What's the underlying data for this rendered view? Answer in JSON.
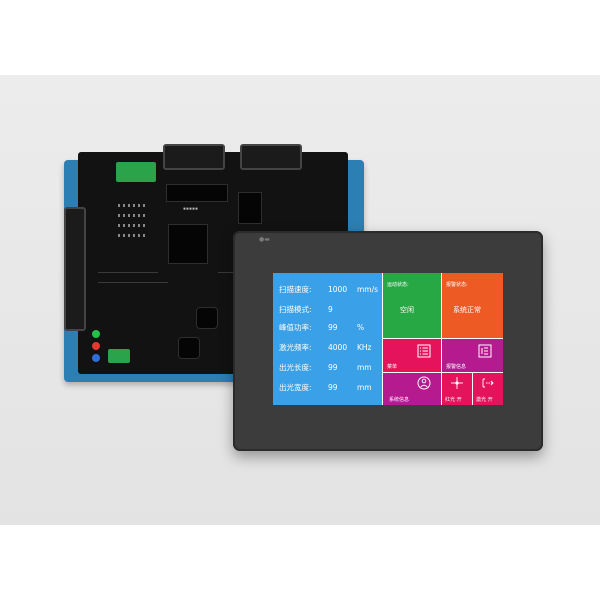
{
  "params": [
    {
      "label": "扫描速度:",
      "value": "1000",
      "unit": "mm/s"
    },
    {
      "label": "扫描模式:",
      "value": "9",
      "unit": ""
    },
    {
      "label": "峰值功率:",
      "value": "99",
      "unit": "%"
    },
    {
      "label": "激光频率:",
      "value": "4000",
      "unit": "KHz"
    },
    {
      "label": "出光长度:",
      "value": "99",
      "unit": "mm"
    },
    {
      "label": "出光宽度:",
      "value": "99",
      "unit": "mm"
    }
  ],
  "tiles": {
    "motion": {
      "label": "运动状态:",
      "value": "空闲"
    },
    "alarm": {
      "label": "报警状态:",
      "value": "系统正常"
    },
    "menu": {
      "label": "菜单"
    },
    "alarm_info": {
      "label": "报警信息"
    },
    "system_info": {
      "label": "系统信息"
    },
    "red_light": {
      "label": "红光 开"
    },
    "laser": {
      "label": "激光 开"
    }
  },
  "colors": {
    "param_panel": "#3aa0e8",
    "motion_tile": "#27a845",
    "alarm_tile": "#ee5a24",
    "menu_tile": "#e5135c",
    "alarm_info_tile": "#b51a8f",
    "system_info_tile": "#b51a8f",
    "red_light_tile": "#e5135c",
    "laser_tile": "#e5135c"
  },
  "icons": {
    "menu": "menu-list-icon",
    "alarm_info": "alarm-list-icon",
    "system_info": "person-info-icon",
    "red_light": "crosshair-icon",
    "laser": "laser-beam-icon"
  }
}
